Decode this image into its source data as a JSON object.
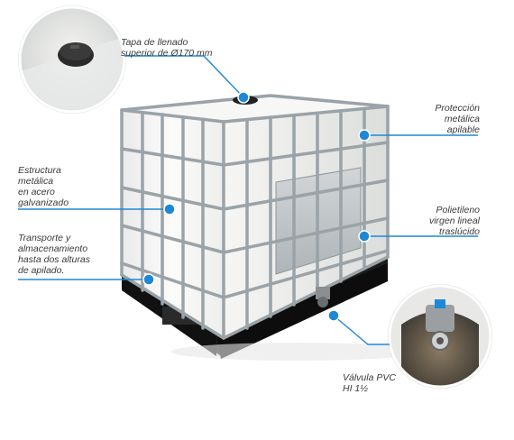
{
  "callouts": {
    "tapa": [
      "Tapa de llenado",
      "superior de Ø170 mm"
    ],
    "estructura": [
      "Estructura",
      "metálica",
      "en acero",
      "galvanizado"
    ],
    "transporte": [
      "Transporte y",
      "almacenamiento",
      "hasta dos alturas",
      "de apilado."
    ],
    "proteccion": [
      "Protección",
      "metálica",
      "apilable"
    ],
    "polietileno": [
      "Polietileno",
      "virgen lineal",
      "traslúcido"
    ],
    "valvula": [
      "Válvula PVC",
      "HI 1½"
    ]
  },
  "colors": {
    "accent": "#1e88d6",
    "cage": "#9aa3a8",
    "tank": "#f2f2f0",
    "pallet": "#1a1a1a",
    "plate": "#c4c8cb",
    "text": "#3a3a3a"
  }
}
